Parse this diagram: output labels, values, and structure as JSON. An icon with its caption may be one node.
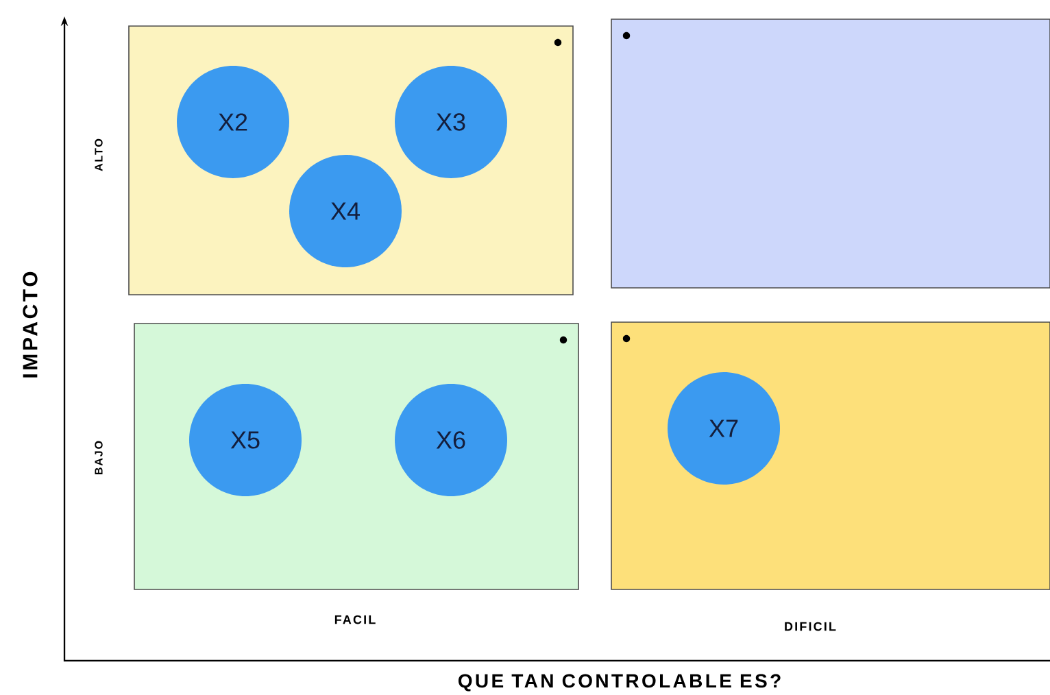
{
  "diagram": {
    "nodes": [
      {
        "text": [],
        "shape": "box"
      },
      {
        "text": [
          "X2"
        ],
        "in": 0
      },
      {
        "text": [
          "X3"
        ],
        "in": 0
      },
      {
        "text": [
          "X4"
        ],
        "in": 0
      },
      {
        "text": [],
        "shape": "box"
      },
      {
        "text": [],
        "shape": "box"
      },
      {
        "text": [
          "X5"
        ],
        "in": 5
      },
      {
        "text": [
          "X6"
        ],
        "in": 5
      },
      {
        "text": [],
        "shape": "box"
      },
      {
        "text": [
          "X7"
        ],
        "in": 8
      }
    ],
    "labels": [
      "IMPACTO",
      "ALTO",
      "BAJO",
      "FACIL",
      "DIFICIL",
      "QUE TAN CONTROLABLE ES?"
    ]
  }
}
